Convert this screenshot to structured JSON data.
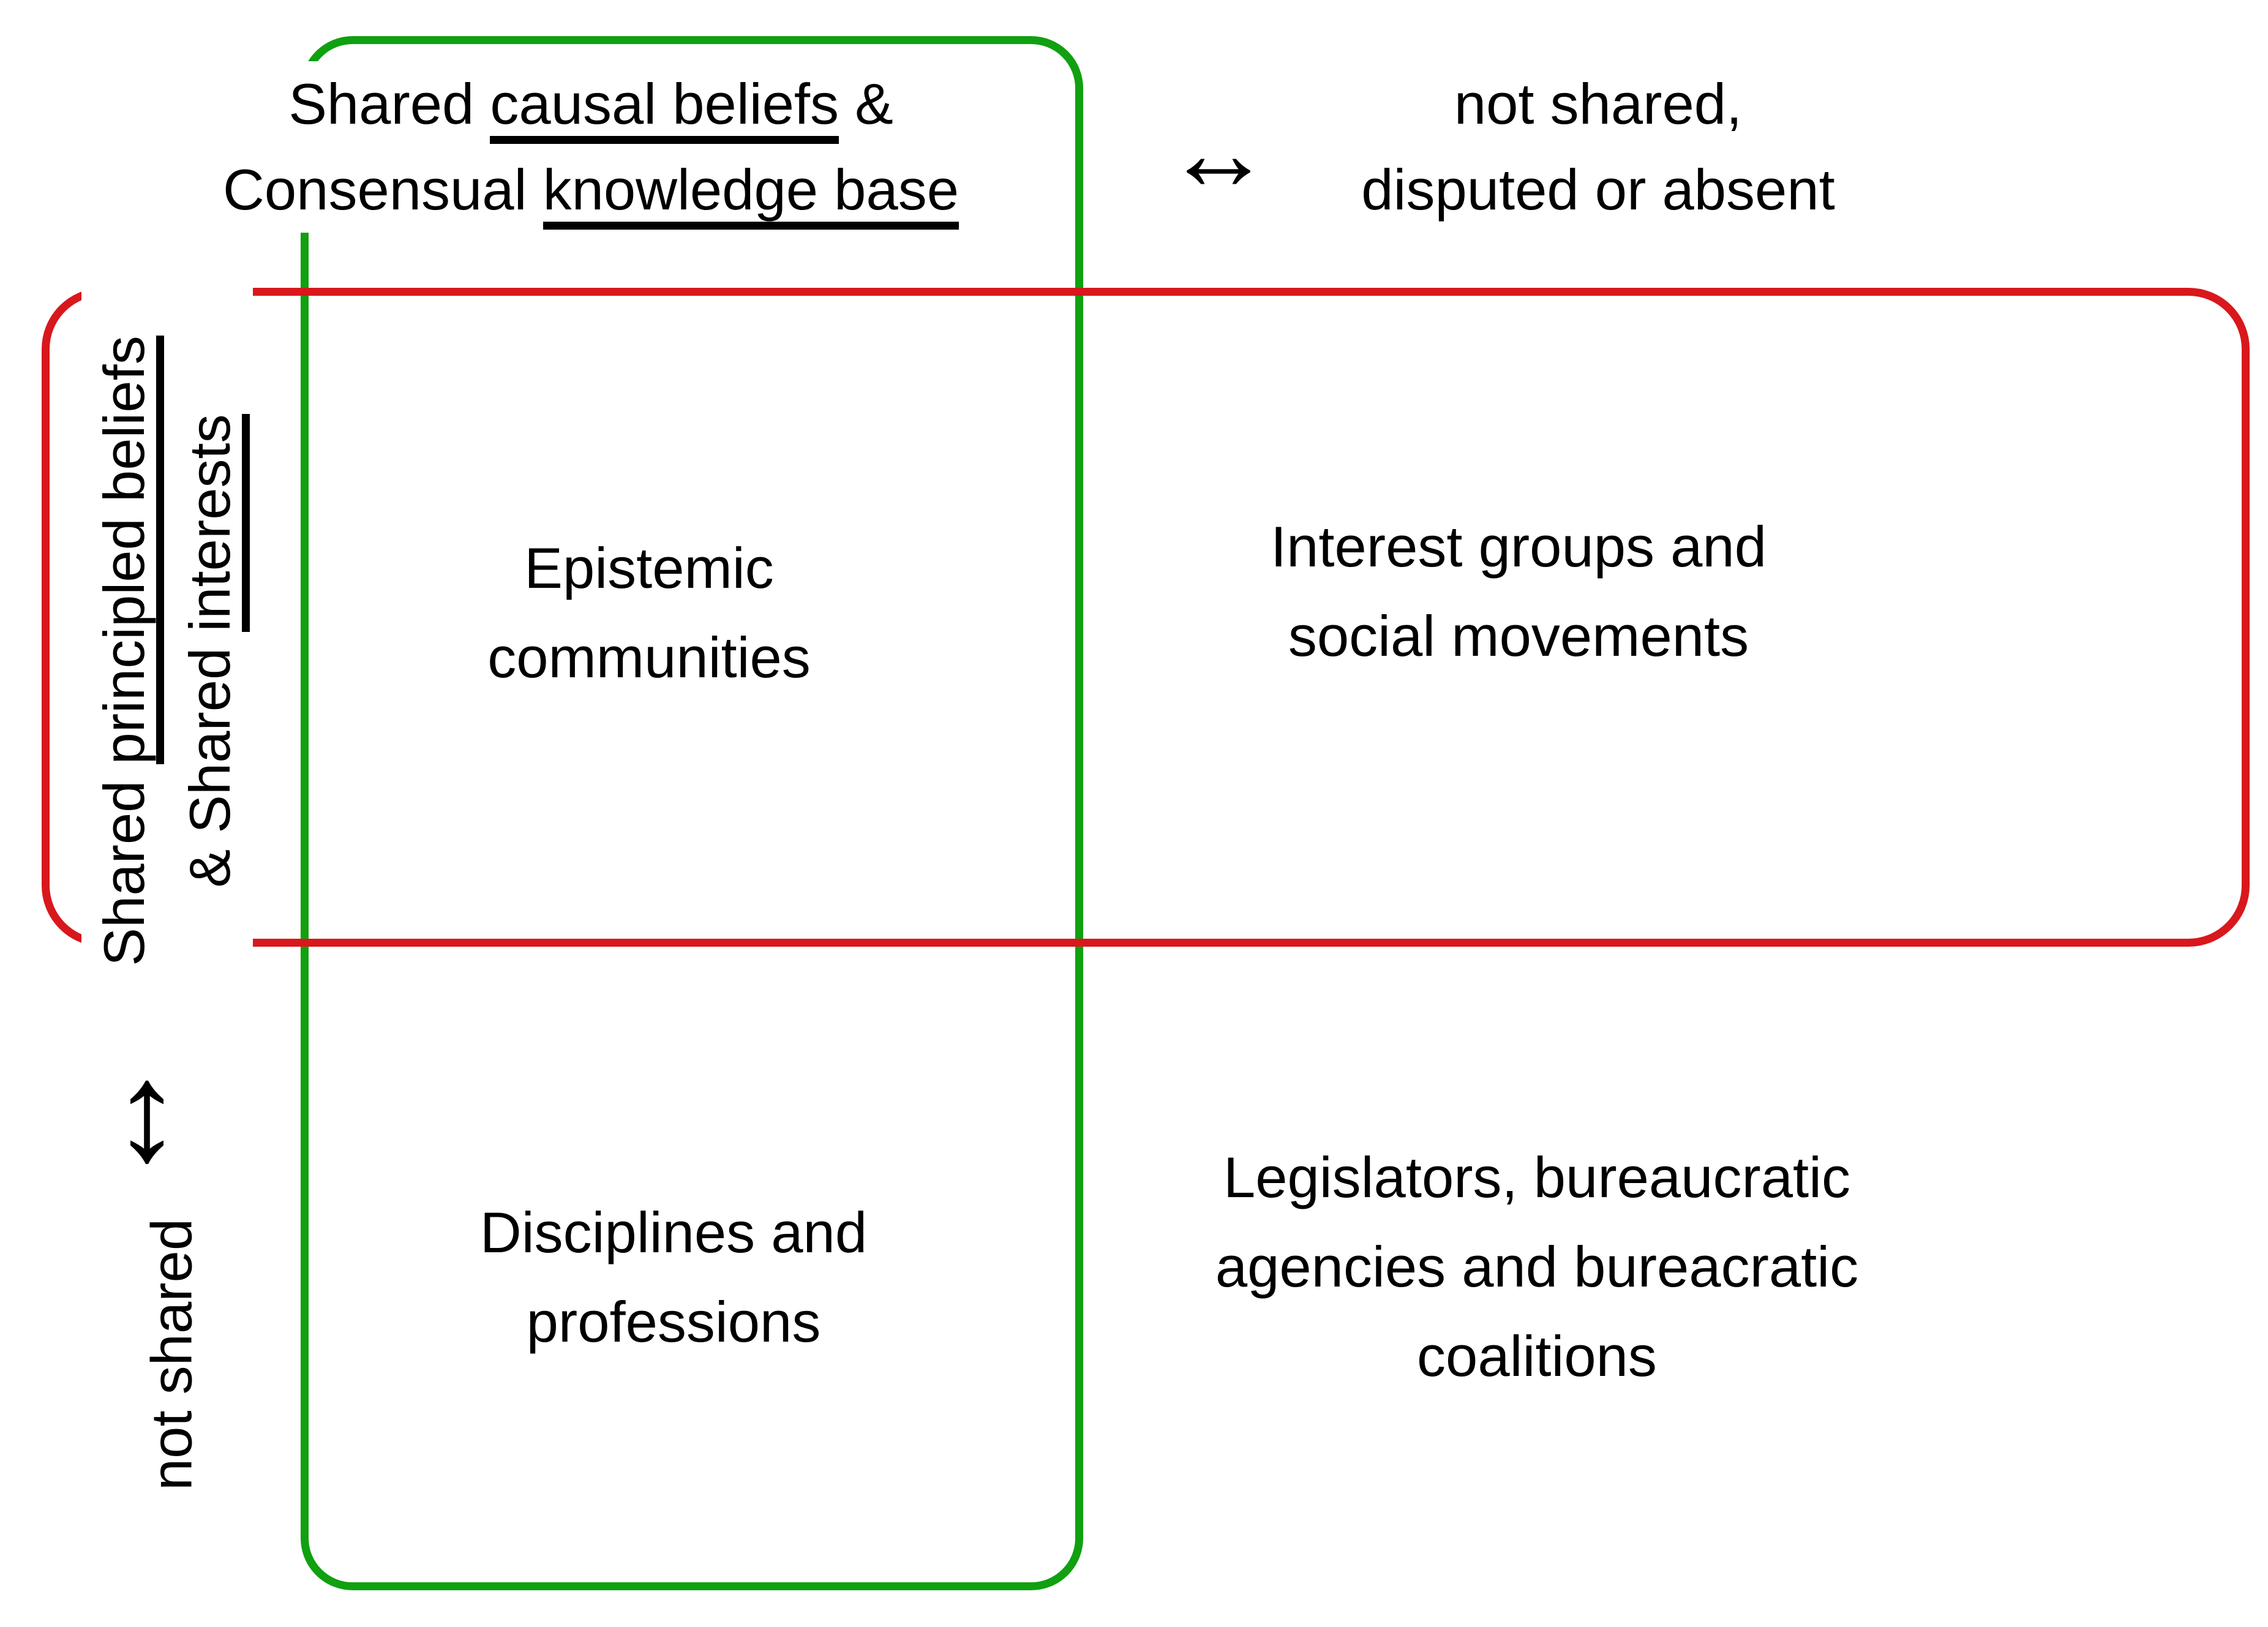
{
  "top_axis": {
    "shared_label": {
      "line1_pre": "Shared ",
      "line1_underlined": "causal beliefs",
      "line1_post": " &",
      "line2_pre": "Consensual ",
      "line2_underlined": "knowledge base"
    },
    "arrow": "↔",
    "not_shared_label": {
      "line1": "not shared,",
      "line2": "disputed or absent"
    }
  },
  "left_axis": {
    "shared_label": {
      "line1_pre": "Shared ",
      "line1_underlined": "principled beliefs",
      "line2_pre": "& Shared ",
      "line2_underlined": "interests"
    },
    "arrow": "↕",
    "not_shared_label": "not shared"
  },
  "quadrants": {
    "top_left": {
      "lines": [
        "Epistemic",
        "communities"
      ]
    },
    "top_right": {
      "lines": [
        "Interest groups and",
        "social movements"
      ]
    },
    "bottom_left": {
      "lines": [
        "Disciplines and",
        "professions"
      ]
    },
    "bottom_right": {
      "lines": [
        "Legislators, bureaucratic",
        "agencies and bureacratic",
        "coalitions"
      ]
    }
  },
  "colors": {
    "green": "#10a010",
    "red": "#d8181c",
    "text": "#000000",
    "background": "#ffffff"
  }
}
